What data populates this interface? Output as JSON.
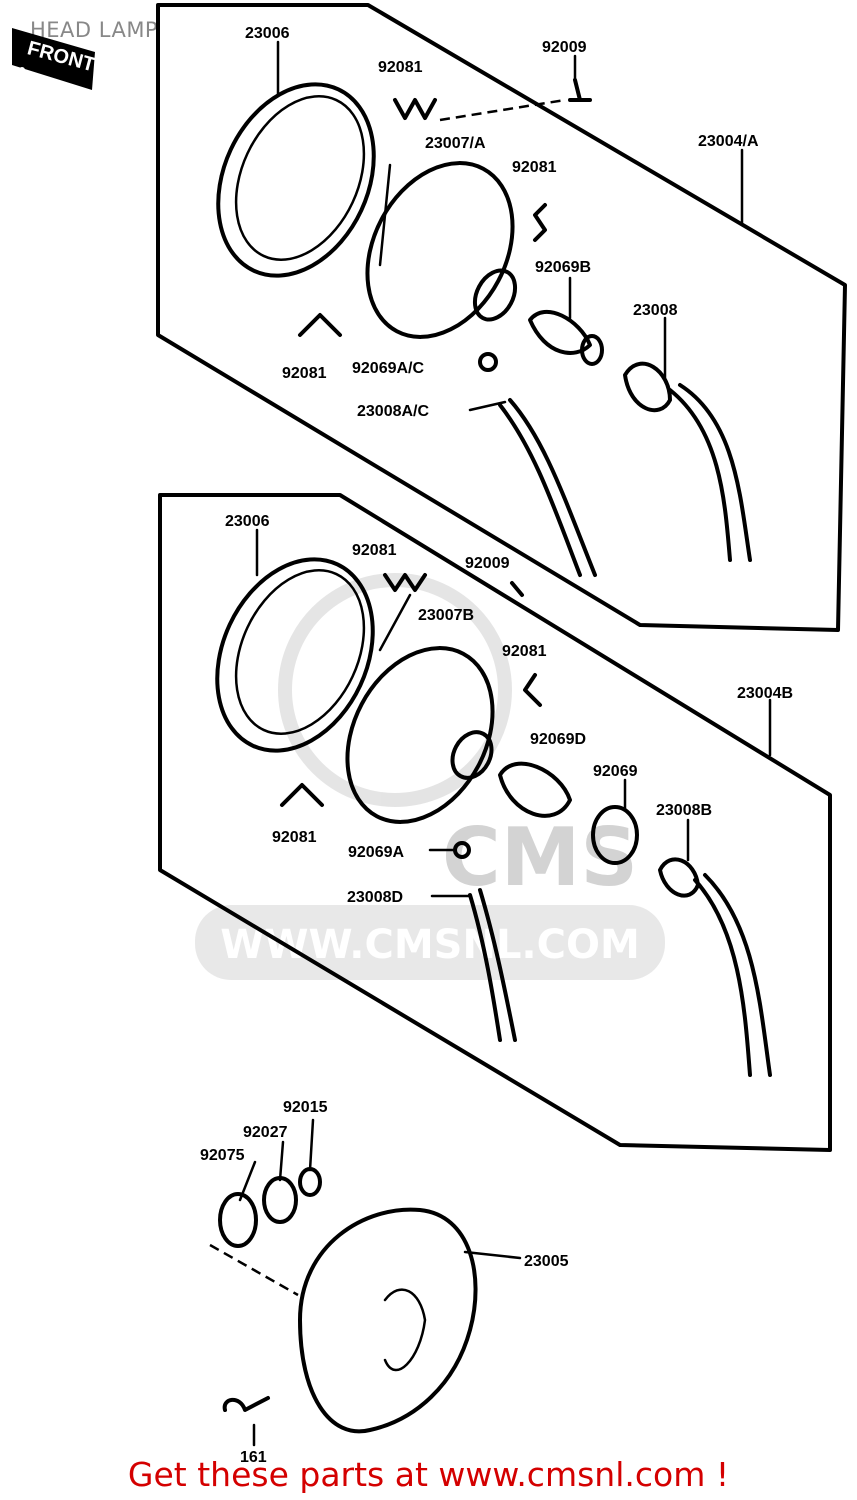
{
  "page": {
    "title": "HEAD LAMP",
    "footer": "Get these parts at www.cmsnl.com !",
    "watermark": {
      "brand": "CMS",
      "url": "WWW.CMSNL.COM"
    }
  },
  "direction_marker": {
    "label": "FRONT"
  },
  "diagram": {
    "upper_assembly": {
      "callouts": [
        "23006",
        "92081",
        "92009",
        "23007/A",
        "23004/A",
        "92081",
        "92069B",
        "23008",
        "92081",
        "92069A/C",
        "23008A/C"
      ]
    },
    "lower_assembly": {
      "callouts": [
        "23006",
        "92081",
        "92009",
        "23007B",
        "92081",
        "23004B",
        "92069D",
        "92069",
        "23008B",
        "92081",
        "92069A",
        "23008D"
      ]
    },
    "housing": {
      "callouts": [
        "92015",
        "92027",
        "92075",
        "23005",
        "161"
      ]
    }
  },
  "colors": {
    "line": "#000000",
    "title": "#888888",
    "footer": "#d40000",
    "watermark": "#cfcfcf"
  }
}
